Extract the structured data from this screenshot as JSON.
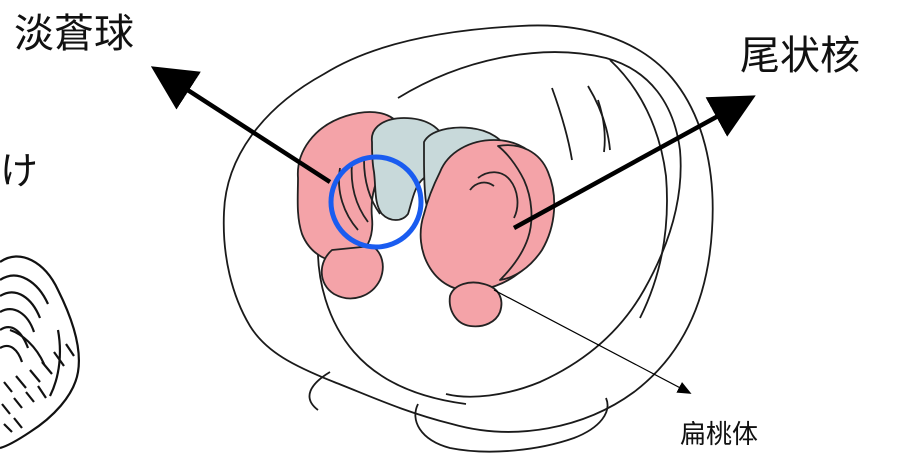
{
  "labels": {
    "globus_pallidus": "淡蒼球",
    "caudate_nucleus": "尾状核",
    "amygdala": "扁桃体",
    "partial_left_text": "け"
  },
  "colors": {
    "striatum_fill": "#f4a3a8",
    "pallidus_fill": "#c8d9da",
    "outline": "#222222",
    "highlight_ring": "#1a5cf0",
    "arrow": "#000000",
    "background": "#ffffff"
  },
  "icons": {
    "highlight": "circle-highlight",
    "pointer": "arrow"
  }
}
